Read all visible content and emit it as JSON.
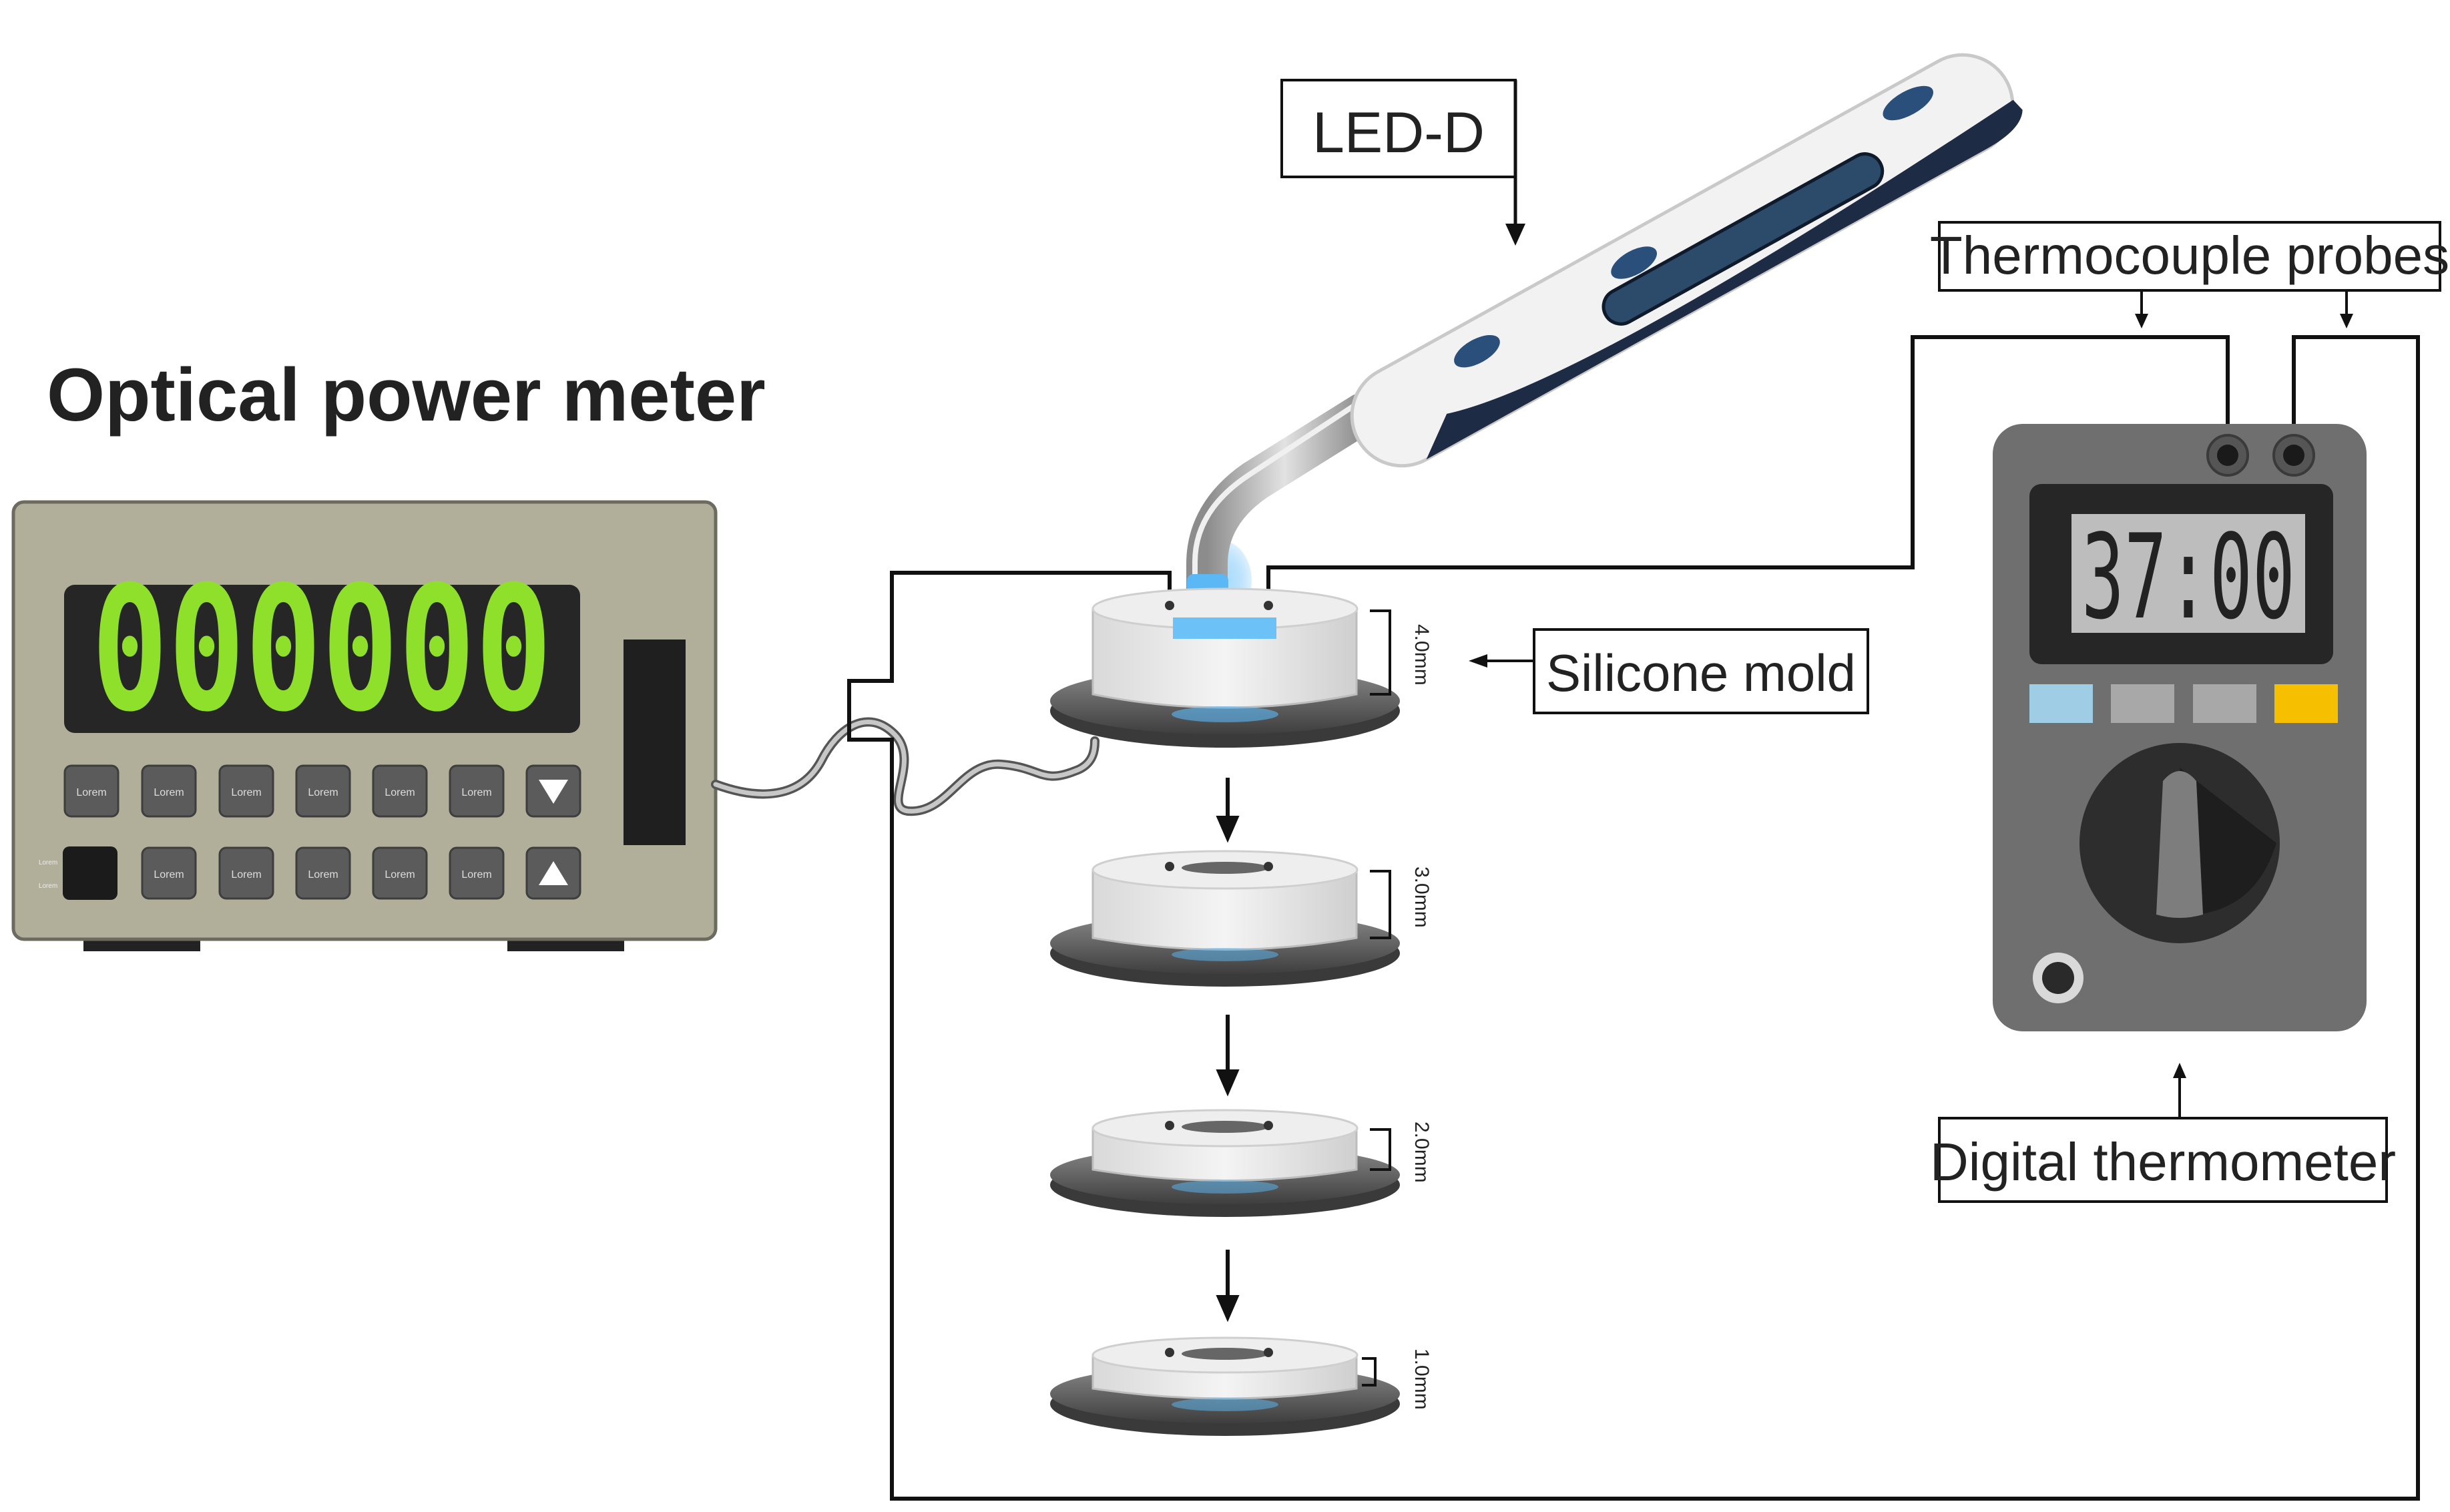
{
  "title": "Optical power meter",
  "meter": {
    "display": "000000",
    "button_label": "Lorem",
    "down_icon": "triangle-down-icon",
    "up_icon": "triangle-up-icon"
  },
  "labels": {
    "led": "LED-D",
    "thermocouple": "Thermocouple probes",
    "silicone": "Silicone mold",
    "thermometer": "Digital thermometer"
  },
  "thermometer_display": "37:00",
  "molds": [
    {
      "thickness": "4.0mm"
    },
    {
      "thickness": "3.0mm"
    },
    {
      "thickness": "2.0mm"
    },
    {
      "thickness": "1.0mm"
    }
  ],
  "colors": {
    "meter_body": "#b1ae9a",
    "meter_screen": "#262626",
    "meter_digits": "#8fe02a",
    "led_blue": "#5bb8f5",
    "thermo_body": "#6f6f6f",
    "thermo_orange": "#f6c000",
    "thermo_blue": "#9fcde6",
    "handpiece_navy": "#1d2b44"
  }
}
